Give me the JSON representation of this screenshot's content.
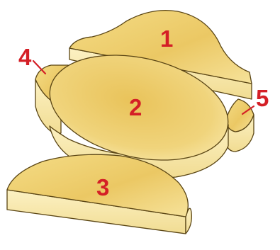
{
  "colors": {
    "label": "#d41f26",
    "outline": "#5a4514",
    "fill_light": "#fbeeb5",
    "fill_dark": "#ecc862"
  },
  "labels": {
    "one": "1",
    "two": "2",
    "three": "3",
    "four": "4",
    "five": "5"
  }
}
